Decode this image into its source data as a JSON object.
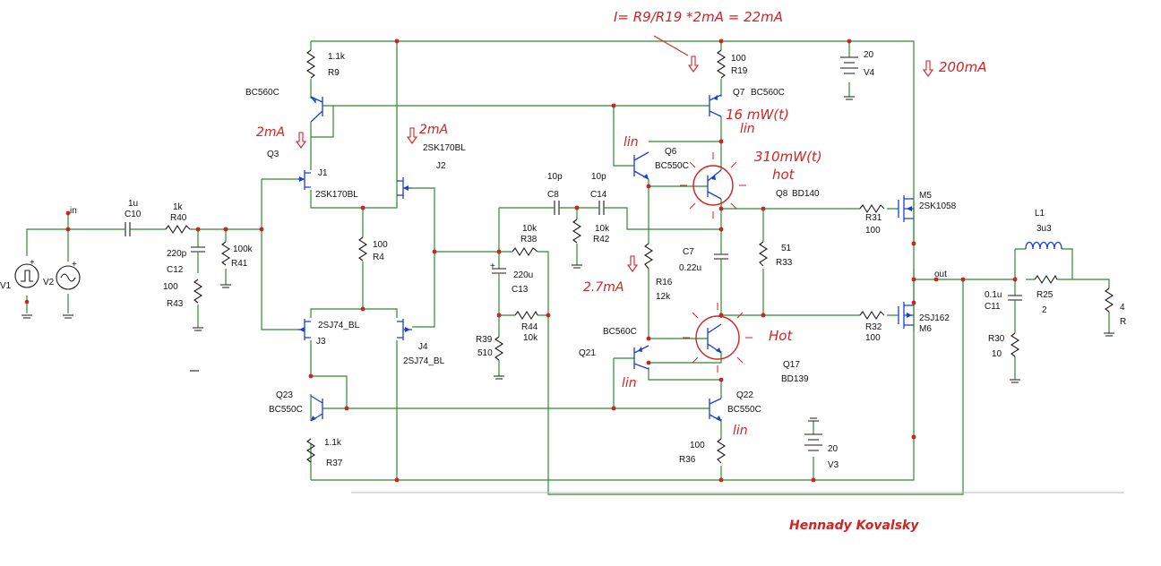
{
  "colors": {
    "wire": "#2e8b2e",
    "annotation": "#d32222",
    "parts": "#1a1a1a",
    "junction": "#cc2222",
    "device": "#1a3fd1"
  },
  "annotations": {
    "current_formula": "I= R9/R19 *2mA = 22mA",
    "i_200ma": "200mA",
    "i_2ma_left": "2mA",
    "i_2ma_mid": "2mA",
    "i_2_7ma": "2.7mA",
    "q7_power": "16 mW(t)",
    "q7_lin": "lin",
    "q6_lin": "lin",
    "q8_power": "310mW(t)",
    "q8_hot": "hot",
    "q17_hot": "Hot",
    "q21_lin": "lin",
    "q22_lin": "lin",
    "author": "Hennady Kovalsky"
  },
  "components": {
    "r9": {
      "value": "1.1k",
      "ref": "R9"
    },
    "q3": {
      "model": "BC560C",
      "ref": "Q3"
    },
    "j1": {
      "ref": "J1",
      "model": "2SK170BL"
    },
    "j2": {
      "model": "2SK170BL",
      "ref": "J2"
    },
    "r4": {
      "value": "100",
      "ref": "R4"
    },
    "j3": {
      "model": "2SJ74_BL",
      "ref": "J3"
    },
    "j4": {
      "ref": "J4",
      "model": "2SJ74_BL"
    },
    "q23": {
      "ref": "Q23",
      "model": "BC550C"
    },
    "r37": {
      "value": "1.1k",
      "ref": "R37"
    },
    "c10": {
      "value": "1u",
      "ref": "C10"
    },
    "r40": {
      "value": "1k",
      "ref": "R40"
    },
    "c12": {
      "value": "220p",
      "ref": "C12"
    },
    "r43": {
      "value": "100",
      "ref": "R43"
    },
    "r41": {
      "value": "100k",
      "ref": "R41"
    },
    "v1": {
      "ref": "V1"
    },
    "v2": {
      "ref": "V2"
    },
    "in_label": "in",
    "c8": {
      "value": "10p",
      "ref": "C8"
    },
    "c14": {
      "value": "10p",
      "ref": "C14"
    },
    "r38": {
      "value": "10k",
      "ref": "R38"
    },
    "r42": {
      "value": "10k",
      "ref": "R42"
    },
    "c13": {
      "value": "220u",
      "ref": "C13"
    },
    "r39": {
      "ref": "R39",
      "value": "510"
    },
    "r44": {
      "ref": "R44",
      "value": "10k"
    },
    "r19": {
      "value": "100",
      "ref": "R19"
    },
    "q7": {
      "ref": "Q7",
      "model": "BC560C"
    },
    "q6": {
      "ref": "Q6",
      "model": "BC550C"
    },
    "q8": {
      "ref": "Q8",
      "model": "BD140"
    },
    "r16": {
      "ref": "R16",
      "value": "12k"
    },
    "c7": {
      "ref": "C7",
      "value": "0.22u"
    },
    "r33": {
      "value": "51",
      "ref": "R33"
    },
    "q21": {
      "model": "BC560C",
      "ref": "Q21"
    },
    "q17": {
      "ref": "Q17",
      "model": "BD139"
    },
    "q22": {
      "ref": "Q22",
      "model": "BC550C"
    },
    "r36": {
      "value": "100",
      "ref": "R36"
    },
    "v4": {
      "value": "20",
      "ref": "V4"
    },
    "v3": {
      "value": "20",
      "ref": "V3"
    },
    "r31": {
      "ref": "R31",
      "value": "100"
    },
    "m5": {
      "ref": "M5",
      "model": "2SK1058"
    },
    "r32": {
      "ref": "R32",
      "value": "100"
    },
    "m6": {
      "model": "2SJ162",
      "ref": "M6"
    },
    "out_label": "out",
    "l1": {
      "ref": "L1",
      "value": "3u3"
    },
    "c11": {
      "value": "0.1u",
      "ref": "C11"
    },
    "r25": {
      "ref": "R25",
      "value": "2"
    },
    "r30": {
      "ref": "R30",
      "value": "10"
    },
    "r_load": {
      "value": "4",
      "ref": "R"
    }
  }
}
